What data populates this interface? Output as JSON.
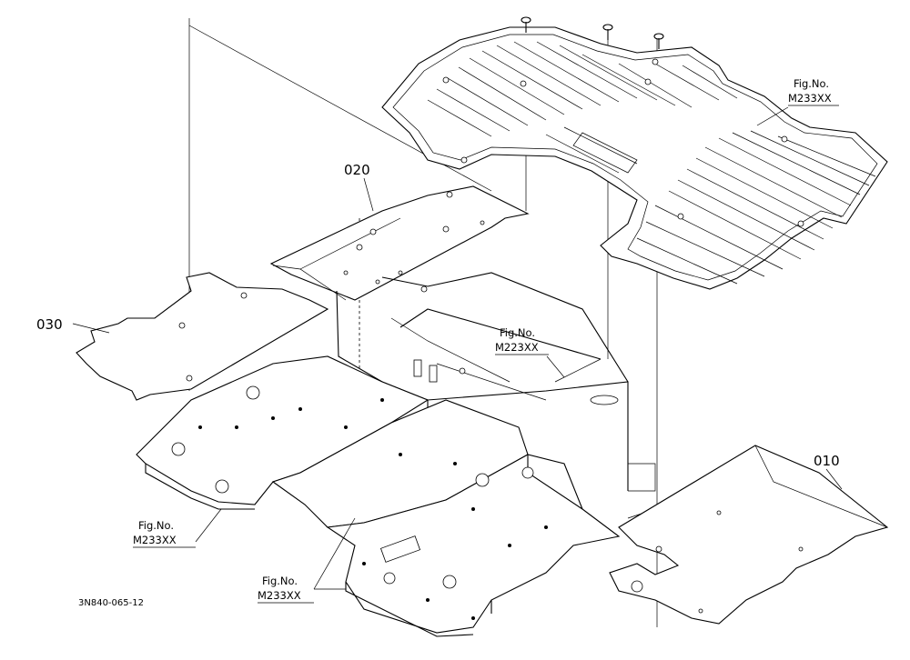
{
  "parts": [
    {
      "id": "part-010",
      "number": "010"
    },
    {
      "id": "part-020",
      "number": "020"
    },
    {
      "id": "part-030",
      "number": "030"
    }
  ],
  "fig_refs": [
    {
      "id": "fig-ref-floor-mat",
      "line1": "Fig.No.",
      "line2": "M233XX"
    },
    {
      "id": "fig-ref-frame",
      "line1": "Fig.No.",
      "line2": "M223XX"
    },
    {
      "id": "fig-ref-left-panel",
      "line1": "Fig.No.",
      "line2": "M233XX"
    },
    {
      "id": "fig-ref-front-panel",
      "line1": "Fig.No.",
      "line2": "M233XX"
    }
  ],
  "drawing_code": "3N840-065-12"
}
